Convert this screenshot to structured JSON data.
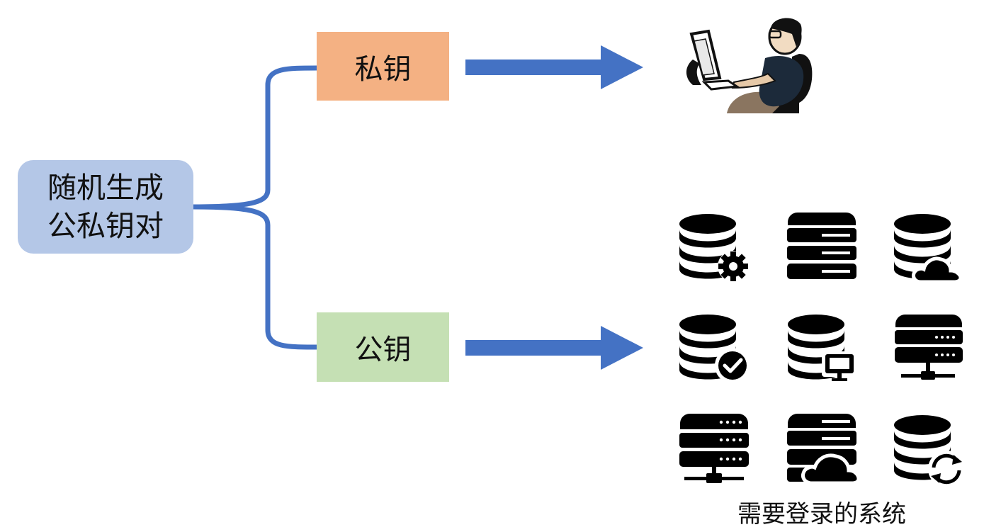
{
  "nodes": {
    "source": {
      "line1": "随机生成",
      "line2": "公私钥对",
      "fill": "#b4c7e7"
    },
    "private_key": {
      "label": "私钥",
      "fill": "#f4b183"
    },
    "public_key": {
      "label": "公钥",
      "fill": "#c5e0b4"
    }
  },
  "targets": {
    "user": {
      "icon": "person-at-computer-icon"
    },
    "systems": {
      "caption": "需要登录的系统",
      "icons": [
        "database-gear-icon",
        "server-rack-icon",
        "database-cloud-icon",
        "database-check-icon",
        "database-monitor-icon",
        "server-network-icon",
        "server-network-icon",
        "server-cloud-icon",
        "database-sync-icon"
      ]
    }
  },
  "colors": {
    "connector": "#4472c4",
    "icon": "#000000"
  }
}
